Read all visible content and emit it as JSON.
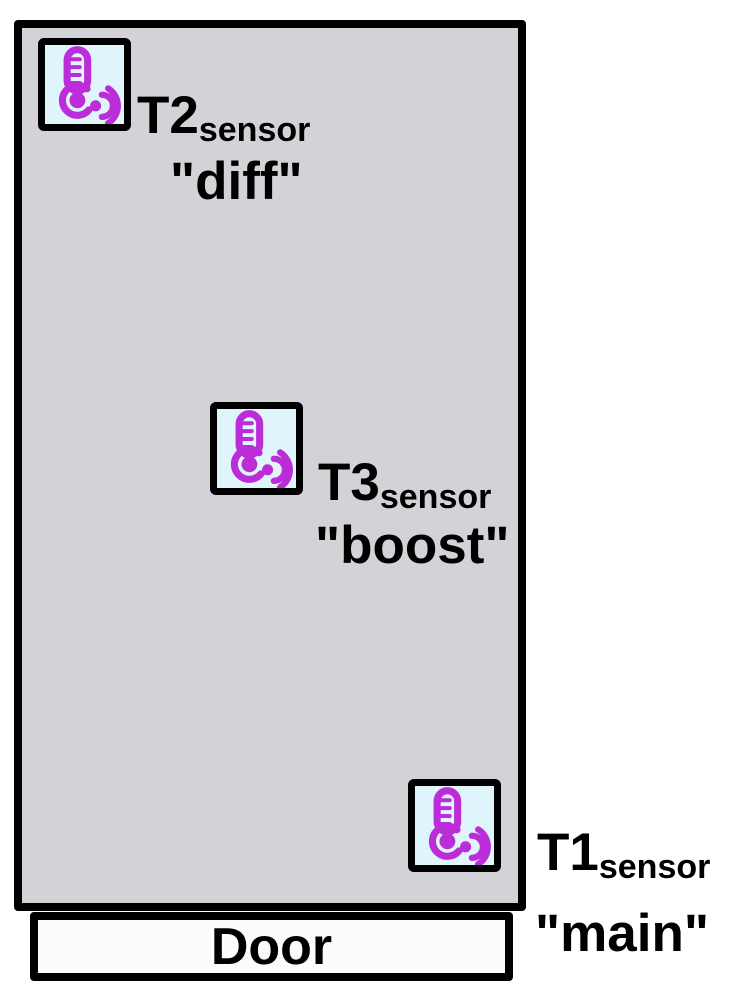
{
  "diagram": {
    "door": {
      "label": "Door"
    },
    "sensors": [
      {
        "name": "T2",
        "subscript": "sensor",
        "alias": "\"diff\""
      },
      {
        "name": "T3",
        "subscript": "sensor",
        "alias": "\"boost\""
      },
      {
        "name": "T1",
        "subscript": "sensor",
        "alias": "\"main\""
      }
    ],
    "icon": "wireless-thermometer-icon"
  },
  "colors": {
    "room-fill": "#d2d2d7",
    "door-fill": "#fcfcfc",
    "outline": "#000000",
    "icon-bg": "#dff5fb",
    "icon-accent": "#bb2dd8"
  }
}
